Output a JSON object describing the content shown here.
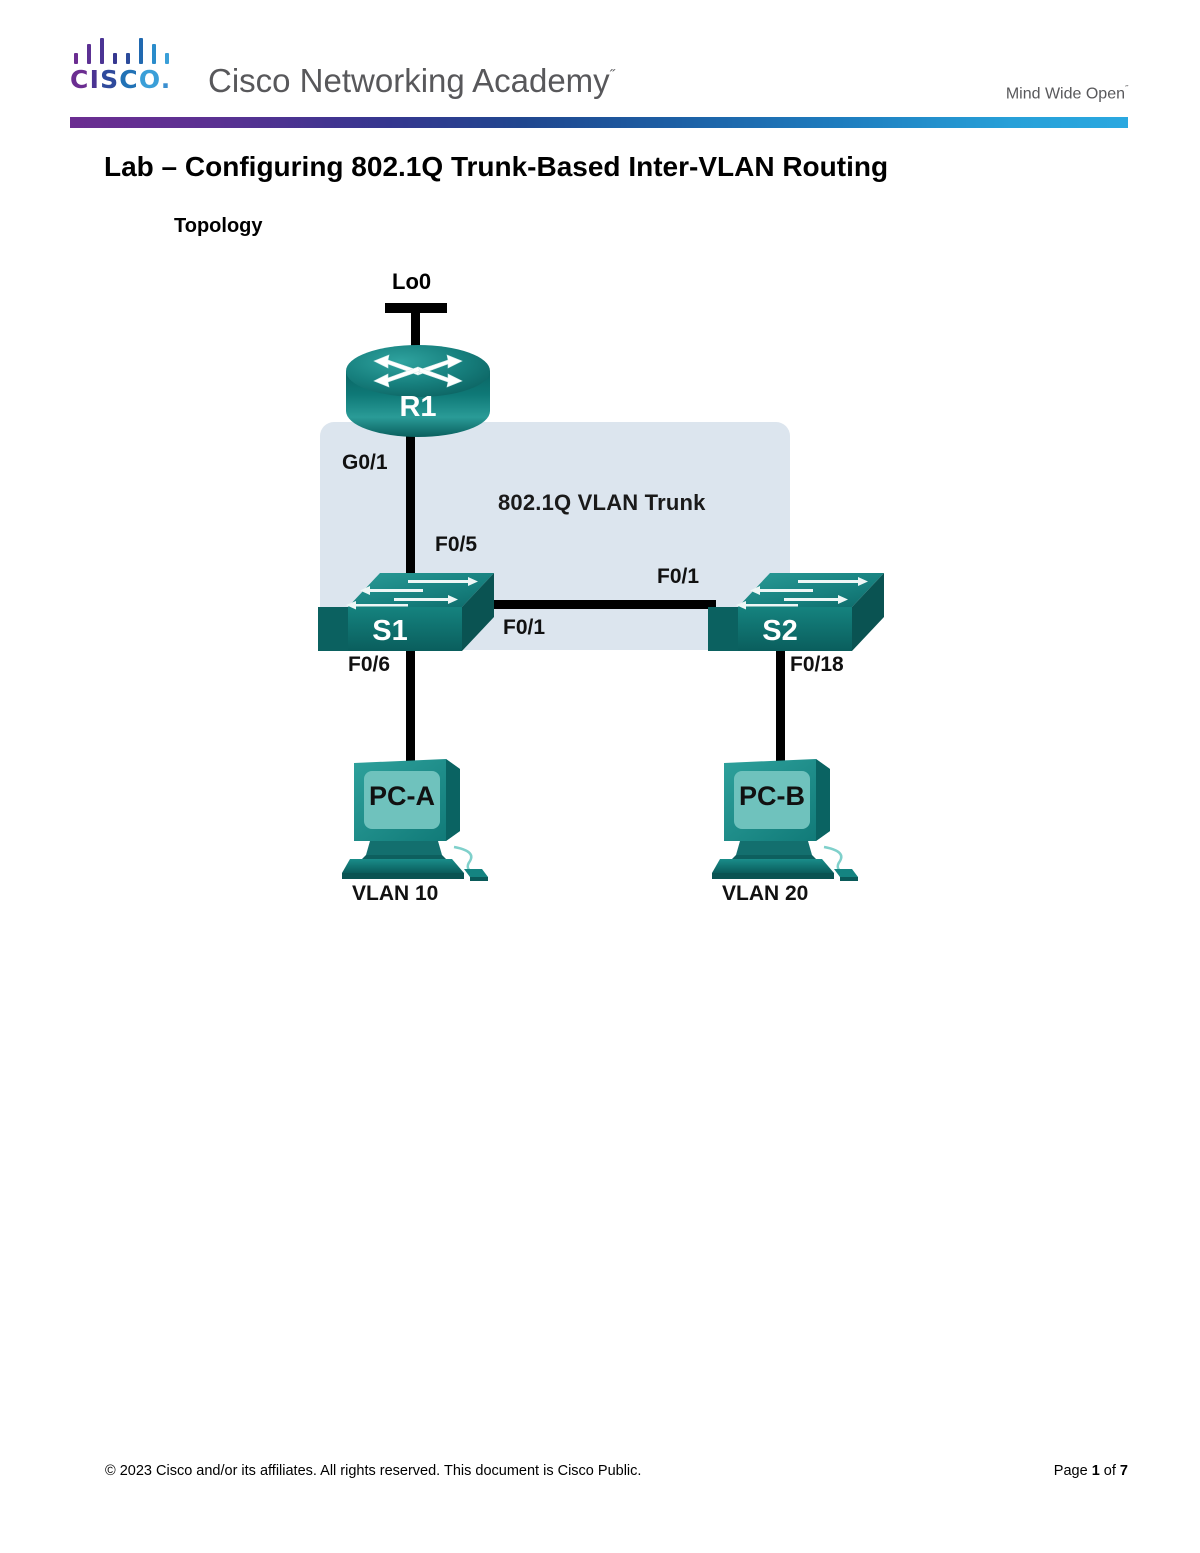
{
  "header": {
    "logo_bars_colors": [
      "#6b2d91",
      "#5c3193",
      "#4b3494",
      "#363790",
      "#2b4b9b",
      "#2169b0",
      "#2a8ccb",
      "#3a9fd8"
    ],
    "wordmark": "CISCO",
    "wordmark_dot": ".",
    "academy_title": "Cisco Networking Academy",
    "academy_trademark": "˝",
    "tagline": "Mind Wide Open",
    "tagline_trademark": "˝",
    "gradient_start": "#6b2d91",
    "gradient_end": "#2aa8e0"
  },
  "document": {
    "title": "Lab – Configuring 802.1Q Trunk-Based Inter-VLAN Routing",
    "section_heading": "Topology"
  },
  "topology": {
    "trunk_region_label": "802.1Q  VLAN Trunk",
    "trunk_region_color": "#dce5ee",
    "device_teal": "#12807e",
    "device_teal_dark": "#0b5f5e",
    "device_teal_light": "#53b0ae",
    "screen_teal": "#67bdb9",
    "devices": {
      "router": {
        "name": "R1",
        "type": "router"
      },
      "switch1": {
        "name": "S1",
        "type": "switch"
      },
      "switch2": {
        "name": "S2",
        "type": "switch"
      },
      "pc_a": {
        "name": "PC-A",
        "type": "pc"
      },
      "pc_b": {
        "name": "PC-B",
        "type": "pc"
      }
    },
    "labels": {
      "loopback": "Lo0",
      "r1_g01": "G0/1",
      "s1_f05": "F0/5",
      "s1_f01": "F0/1",
      "s2_f01": "F0/1",
      "s1_f06": "F0/6",
      "s2_f018": "F0/18",
      "vlan_a": "VLAN 10",
      "vlan_b": "VLAN 20"
    }
  },
  "footer": {
    "copyright": "© 2023 Cisco and/or its affiliates. All rights reserved. This document is Cisco Public.",
    "page_prefix": "Page ",
    "page_number": "1",
    "page_middle": " of ",
    "page_total": "7"
  }
}
